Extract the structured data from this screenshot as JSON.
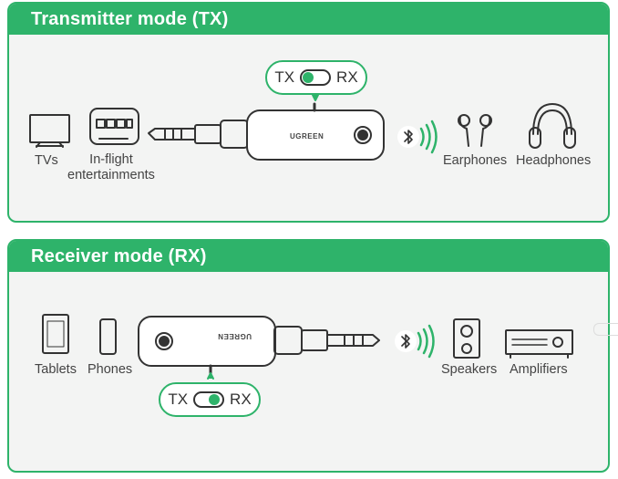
{
  "tx": {
    "title": "Transmitter mode (TX)",
    "toggle": {
      "left": "TX",
      "right": "RX"
    },
    "sources": [
      {
        "label": "TVs"
      },
      {
        "label": "In-flight\nentertainments"
      }
    ],
    "device_brand": "UGREEN",
    "targets": [
      {
        "label": "Earphones"
      },
      {
        "label": "Headphones"
      }
    ]
  },
  "rx": {
    "title": "Receiver mode (RX)",
    "toggle": {
      "left": "TX",
      "right": "RX"
    },
    "sources": [
      {
        "label": "Tablets"
      },
      {
        "label": "Phones"
      }
    ],
    "device_brand": "UGREEN",
    "targets": [
      {
        "label": "Speakers"
      },
      {
        "label": "Amplifiers"
      }
    ]
  },
  "colors": {
    "accent": "#2eb36a",
    "panel_bg": "#f3f4f3",
    "stroke": "#333333"
  },
  "icons": [
    "tv-icon",
    "inflight-screen-icon",
    "audio-jack-icon",
    "bluetooth-icon",
    "earphones-icon",
    "headphones-icon",
    "tablet-icon",
    "phone-icon",
    "speaker-icon",
    "amplifier-icon"
  ]
}
